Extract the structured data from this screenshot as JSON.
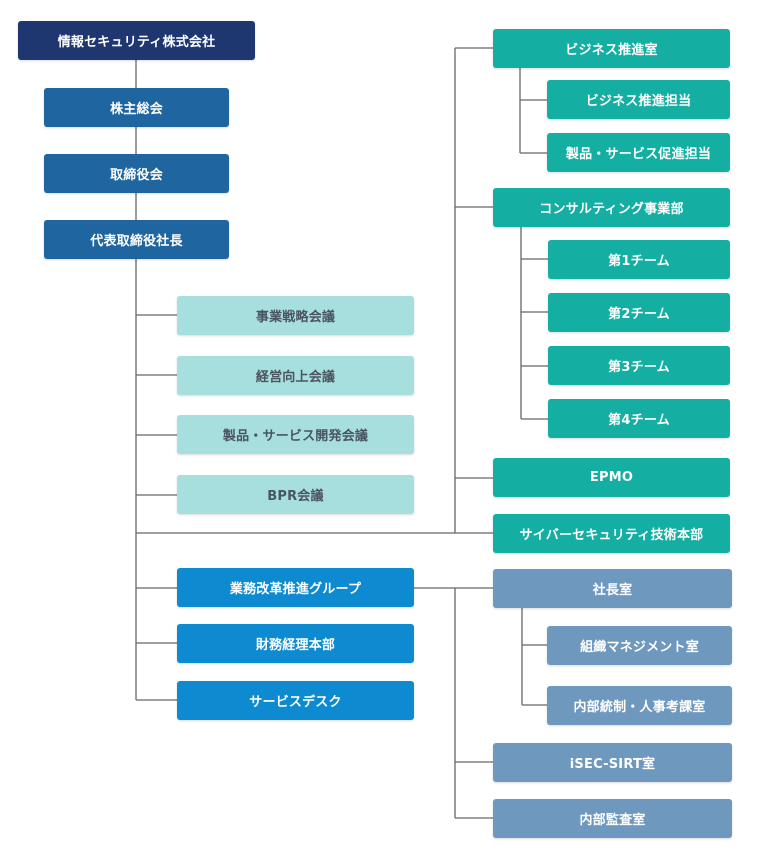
{
  "org": {
    "company": "情報セキュリティ株式会社",
    "shareholders": "株主総会",
    "board": "取締役会",
    "president": "代表取締役社長",
    "meetings": [
      "事業戦略会議",
      "経営向上会議",
      "製品・サービス開発会議",
      "BPR会議"
    ],
    "groups": [
      "業務改革推進グループ",
      "財務経理本部",
      "サービスデスク"
    ],
    "business_office": "ビジネス推進室",
    "business_sub": [
      "ビジネス推進担当",
      "製品・サービス促進担当"
    ],
    "consulting": "コンサルティング事業部",
    "teams": [
      "第1チーム",
      "第2チーム",
      "第3チーム",
      "第4チーム"
    ],
    "epmo": "EPMO",
    "cyber": "サイバーセキュリティ技術本部",
    "ceo_office": "社長室",
    "ceo_sub": [
      "組織マネジメント室",
      "内部統制・人事考課室"
    ],
    "sirt": "iSEC-SIRT室",
    "audit": "内部監査室"
  },
  "colors": {
    "line": "#666666",
    "navy": "#1e3770",
    "dark_blue": "#1f66a0",
    "light_teal": "#a6dfdd",
    "blue": "#0e8bd0",
    "teal": "#14aea3",
    "grey_blue": "#6f98bf"
  }
}
